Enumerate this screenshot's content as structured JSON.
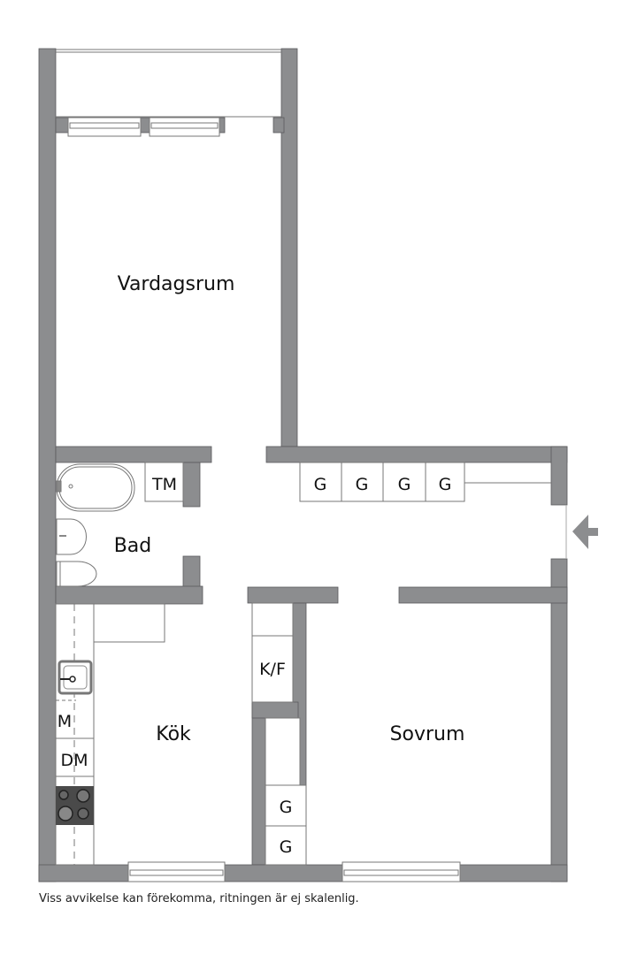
{
  "colors": {
    "wall": "#8c8d8f",
    "wall_stroke": "#5a5b5d",
    "fixture_stroke": "#777777",
    "stove": "#4a4a4a",
    "background": "#ffffff"
  },
  "rooms": {
    "vardagsrum": "Vardagsrum",
    "bad": "Bad",
    "kok": "Kök",
    "sovrum": "Sovrum"
  },
  "fixtures": {
    "tm": "TM",
    "hall_wardrobes": [
      "G",
      "G",
      "G",
      "G"
    ],
    "kf": "K/F",
    "bedroom_wardrobes": [
      "G",
      "G"
    ],
    "microwave": "M",
    "dishwasher": "DM"
  },
  "entrance": {
    "icon": "entrance-arrow-icon"
  },
  "footer": {
    "disclaimer": "Viss avvikelse kan förekomma, ritningen är ej skalenlig."
  }
}
